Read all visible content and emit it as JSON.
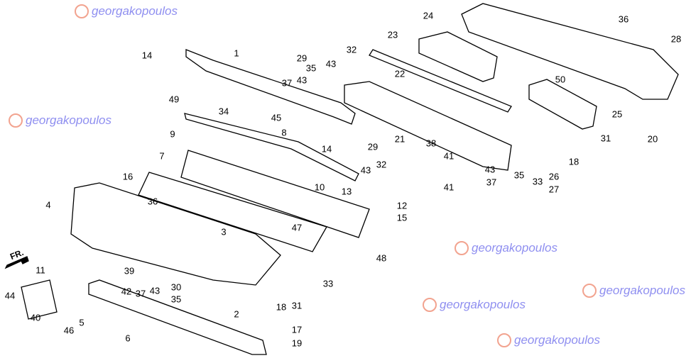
{
  "diagram": {
    "title": "Front and rear bumper parts diagram",
    "direction_label": "FR.",
    "watermark": "georgakopoulos",
    "callouts": [
      "14",
      "1",
      "49",
      "34",
      "29",
      "32",
      "43",
      "35",
      "37",
      "43",
      "22",
      "23",
      "24",
      "36",
      "28",
      "50",
      "25",
      "20",
      "31",
      "18",
      "26",
      "27",
      "33",
      "43",
      "35",
      "37",
      "41",
      "41",
      "38",
      "21",
      "29",
      "43",
      "32",
      "45",
      "8",
      "9",
      "14",
      "7",
      "16",
      "36",
      "4",
      "10",
      "13",
      "12",
      "15",
      "47",
      "3",
      "48",
      "33",
      "39",
      "42",
      "37",
      "43",
      "30",
      "35",
      "18",
      "31",
      "17",
      "19",
      "11",
      "44",
      "40",
      "46",
      "5",
      "6",
      "2"
    ]
  }
}
